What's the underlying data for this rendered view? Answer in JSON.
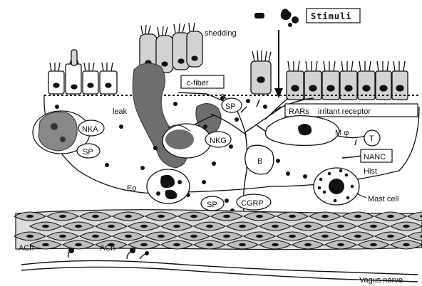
{
  "labels": {
    "stimuli": "Stimuli",
    "shedding": "shedding",
    "c_fiber": "c-fiber",
    "leak": "leak",
    "sp_upper": "SP",
    "rars": "RARs",
    "irritant_receptor": "irritant receptor",
    "nka": "NKA",
    "sp_left": "SP",
    "m_phi": "M φ",
    "t_cell": "T",
    "nkg": "NKG",
    "b_cell": "B",
    "nanc": "NANC",
    "hist": "Hist",
    "eo": "Eo",
    "sp_lower": "SP",
    "cgrp": "CGRP",
    "mast_cell": "Mast cell",
    "ach_left": "ACh",
    "ach_right": "ACh",
    "vagus_nerve": "Vagus nerve"
  },
  "colors": {
    "ink": "#111111",
    "cell_gray": "#d2d2d2",
    "dark_gray": "#6e6e6e",
    "muscle_gray": "#bdbdbd"
  }
}
